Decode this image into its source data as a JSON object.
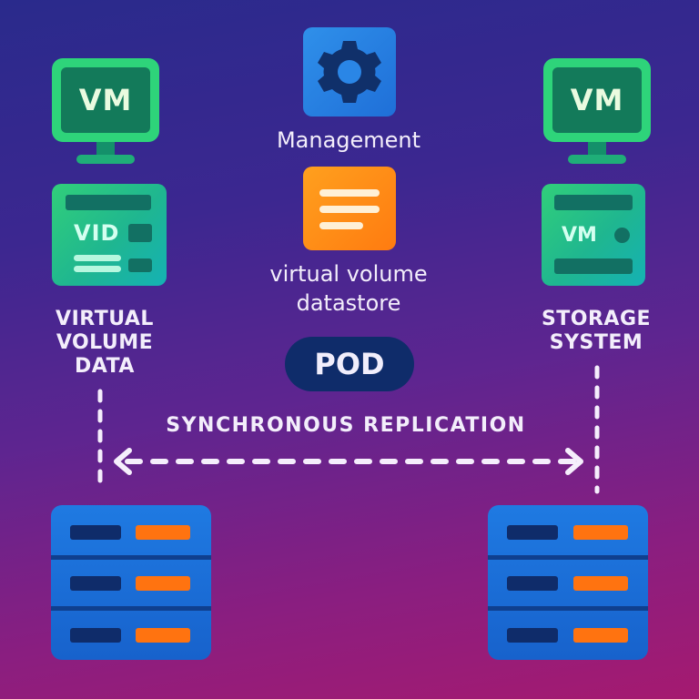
{
  "left_column": {
    "monitor_label": "VM",
    "card": {
      "label": "VID"
    },
    "caption_lines": [
      "VIRTUAL",
      "VOLUME",
      "DATA"
    ]
  },
  "center_column": {
    "management_label": "Management",
    "datastore_lines": [
      "virtual volume",
      "datastore"
    ],
    "pod_label": "POD"
  },
  "right_column": {
    "monitor_label": "VM",
    "card": {
      "label": "VM"
    },
    "caption_lines": [
      "STORAGE",
      "SYSTEM"
    ]
  },
  "replication": {
    "label": "SYNCHRONOUS REPLICATION",
    "direction": "bidirectional"
  },
  "servers": [
    {
      "name": "left-storage-array",
      "slots": 3
    },
    {
      "name": "right-storage-array",
      "slots": 3
    }
  ],
  "icons": {
    "management": "gear-icon",
    "datastore": "list-lines-icon",
    "vm": "monitor-icon",
    "storage": "server-rack-icon"
  },
  "colors": {
    "green_accent": "#2ed47a",
    "blue_tile": "#2f90ea",
    "orange_tile": "#ff8a14",
    "pod_bg": "#0f2c6a",
    "server_blue": "#1f7ae2",
    "server_led": "#ff7310"
  }
}
